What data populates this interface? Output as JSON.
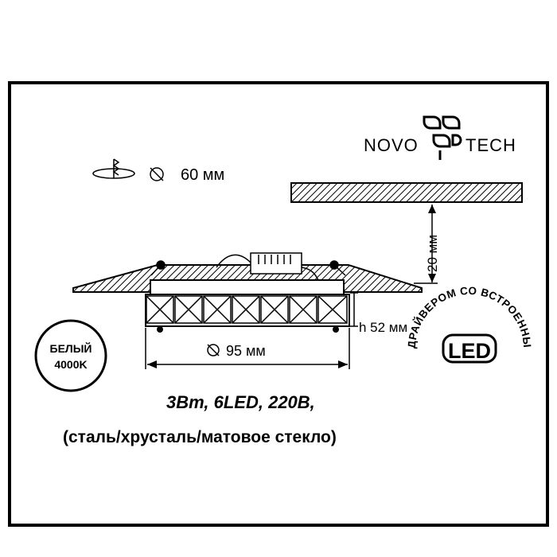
{
  "brand": {
    "left": "NOVO",
    "right": "TECH"
  },
  "cutout": {
    "diameter": "60 мм"
  },
  "dimensions": {
    "ceiling_gap": "20 мм",
    "height": "h 52 мм",
    "width": "95 мм"
  },
  "badge": {
    "line1": "БЕЛЫЙ",
    "line2": "4000K"
  },
  "led_seal": {
    "ring_text": "ДРАЙВЕРОМ СО ВСТРОЕННЫМ",
    "center": "LED"
  },
  "specs": {
    "line1": "3Вт, 6LED, 220В,",
    "line2": "(сталь/хрусталь/матовое стекло)"
  },
  "colors": {
    "frame": "#000000",
    "background": "#ffffff",
    "ink": "#000000"
  }
}
